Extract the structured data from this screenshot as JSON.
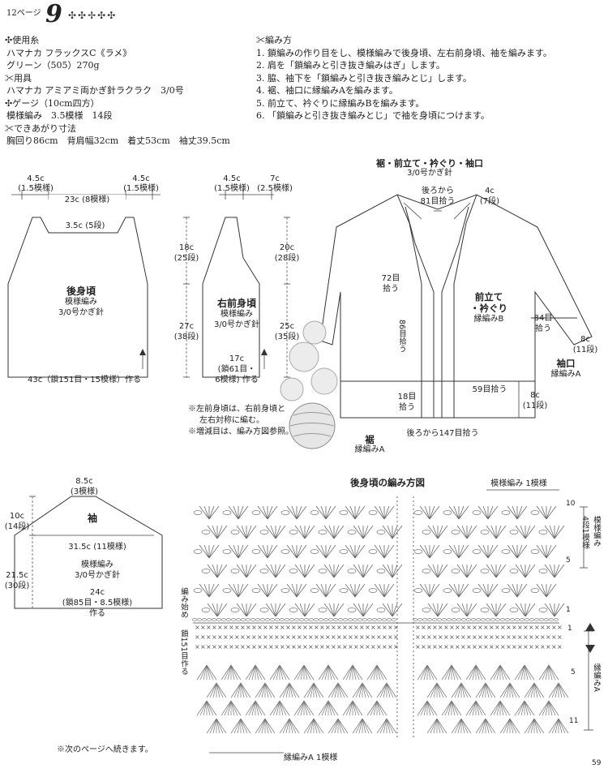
{
  "header": {
    "page_label": "12ページ",
    "pattern_no": "9"
  },
  "materials": {
    "yarn_heading": "使用糸",
    "yarn_line1": "ハマナカ フラックスC《ラメ》",
    "yarn_line2": "グリーン（505）270g",
    "tools_heading": "用具",
    "tools_line": "ハマナカ アミアミ両かぎ針ラクラク　3/0号",
    "gauge_heading": "ゲージ（10cm四方）",
    "gauge_line": "模様編み　3.5模様　14段",
    "size_heading": "できあがり寸法",
    "size_line": "胸回り86cm　背肩幅32cm　着丈53cm　袖丈39.5cm"
  },
  "method": {
    "heading": "編み方",
    "steps": [
      "1. 鎖編みの作り目をし、模様編みで後身頃、左右前身頃、袖を編みます。",
      "2. 肩を「鎖編みと引き抜き編みはぎ」します。",
      "3. 脇、袖下を「鎖編みと引き抜き編みとじ」します。",
      "4. 裾、袖口に縁編みAを編みます。",
      "5. 前立て、衿ぐりに縁編みBを編みます。",
      "6. 「鎖編みと引き抜き編みとじ」で袖を身頃につけます。"
    ]
  },
  "back_body": {
    "top_left": "4.5c",
    "top_left_sub": "(1.5模様)",
    "top_right": "4.5c",
    "top_right_sub": "(1.5模様)",
    "top_width": "23c (8模様)",
    "neck": "3.5c (5段)",
    "title": "後身頃",
    "sub1": "模様編み",
    "sub2": "3/0号かぎ針",
    "arm_h": "18c",
    "arm_h_sub": "(25段)",
    "body_h": "27c",
    "body_h_sub": "(38段)",
    "bottom": "43c（鎖151目・15模様）作る"
  },
  "front_body": {
    "top_left": "4.5c",
    "top_left_sub": "(1.5模様)",
    "top_right": "7c",
    "top_right_sub": "(2.5模様)",
    "title": "右前身頃",
    "sub1": "模様編み",
    "sub2": "3/0号かぎ針",
    "arm_h": "20c",
    "arm_h_sub": "(28段)",
    "body_h": "25c",
    "body_h_sub": "(35段)",
    "bottom1": "17c",
    "bottom2": "(鎖61目・",
    "bottom3": "6模様) 作る",
    "note1": "※左前身頃は、右前身頃と",
    "note2": "左右対称に編む。",
    "note3": "※増減目は、編み方図参照。"
  },
  "assembly": {
    "title": "裾・前立て・衿ぐり・袖口",
    "title_sub": "3/0号かぎ針",
    "back_neck1": "後ろから",
    "back_neck2": "81目拾う",
    "neck_w": "4c",
    "neck_w_sub": "(7段)",
    "left_pick1": "72目",
    "left_pick2": "拾う",
    "center_pick": "86目拾う",
    "front_title1": "前立て",
    "front_title2": "・衿ぐり",
    "front_sub": "縁編みB",
    "sleeve_pick1": "84目",
    "sleeve_pick2": "拾う",
    "cuff_w": "8c",
    "cuff_w_sub": "(11段)",
    "cuff_title": "袖口",
    "cuff_sub": "縁編みA",
    "hem_pick1": "59目拾う",
    "hem_w": "8c",
    "hem_w_sub": "(11段)",
    "hem_left1": "18目",
    "hem_left2": "拾う",
    "hem_back": "後ろから147目拾う",
    "hem_title": "裾",
    "hem_sub": "縁編みA"
  },
  "sleeve": {
    "top": "8.5c",
    "top_sub": "(3模様)",
    "cap_h": "10c",
    "cap_h_sub": "(14段)",
    "total_h": "21.5c",
    "total_h_sub": "(30段)",
    "title": "袖",
    "width": "31.5c (11模様)",
    "sub1": "模様編み",
    "sub2": "3/0号かぎ針",
    "bottom1": "24c",
    "bottom2": "(鎖85目・8.5模様)",
    "bottom3": "作る"
  },
  "chart": {
    "title": "後身頃の編み方図",
    "repeat_label": "模様編み 1模様",
    "row10": "10",
    "row5": "5",
    "row1": "1",
    "side_label1": "模様編み",
    "side_label2": "4段1模様",
    "start_label": "編み始め",
    "chain_label": "鎖151目作る",
    "edge_row1": "1",
    "edge_row5": "5",
    "edge_row11": "11",
    "edge_side": "縁編みA",
    "edge_bottom": "縁編みA 1模様"
  },
  "footer": {
    "continue": "※次のページへ続きます。",
    "page_number": "59"
  }
}
